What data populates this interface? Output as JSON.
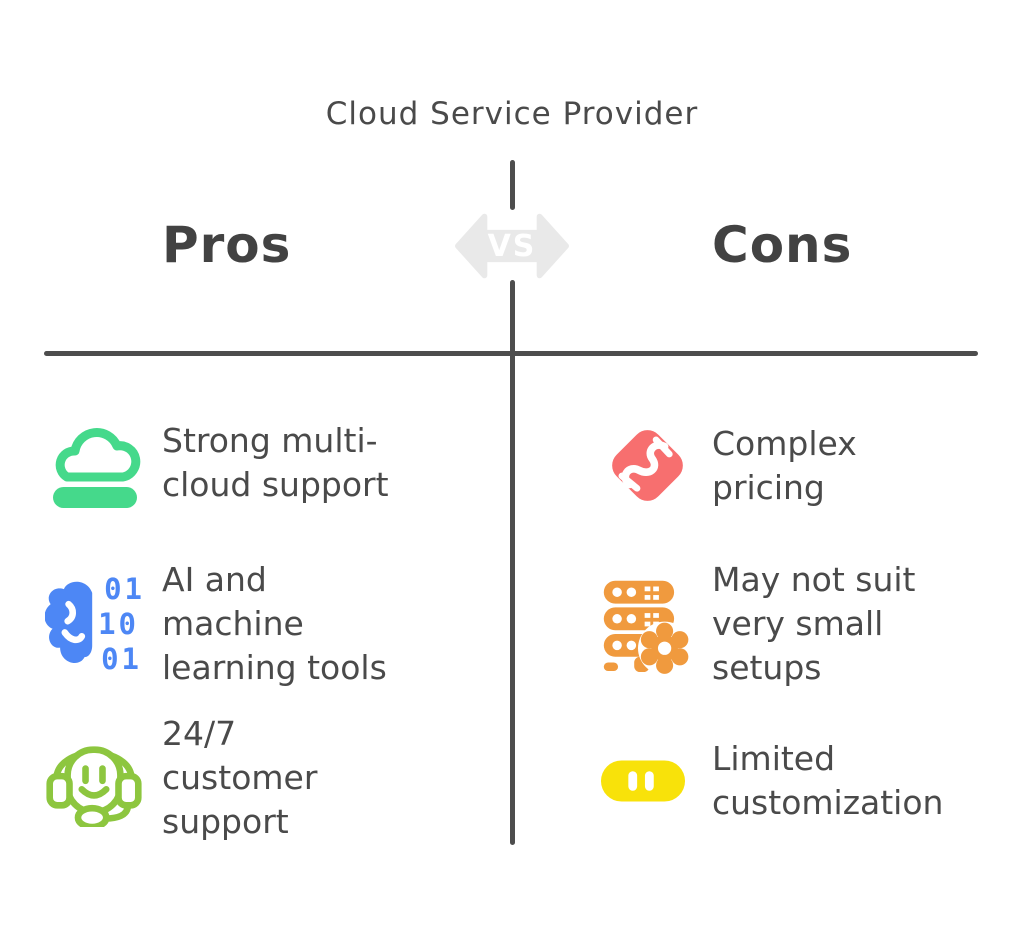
{
  "title": "Cloud Service Provider",
  "vs_badge": {
    "label": "VS"
  },
  "pros": {
    "heading": "Pros",
    "items": [
      {
        "icon": "cloud-icon",
        "lines": [
          "Strong multi-",
          "cloud support"
        ]
      },
      {
        "icon": "ai-brain-binary-icon",
        "lines": [
          "AI and",
          "machine",
          "learning tools"
        ],
        "binary_rows": [
          "01",
          "10",
          "01"
        ]
      },
      {
        "icon": "headset-support-icon",
        "lines": [
          "24/7",
          "customer",
          "support"
        ]
      }
    ]
  },
  "cons": {
    "heading": "Cons",
    "items": [
      {
        "icon": "price-tag-icon",
        "lines": [
          "Complex",
          "pricing"
        ]
      },
      {
        "icon": "server-gear-icon",
        "lines": [
          "May not suit",
          "very small",
          "setups"
        ]
      },
      {
        "icon": "toggle-pill-icon",
        "lines": [
          "Limited",
          "customization"
        ]
      }
    ]
  },
  "colors": {
    "pros_cloud": "#45d98b",
    "pros_ai": "#4d87f5",
    "pros_headset": "#8dc63f",
    "cons_tag": "#f76f6f",
    "cons_server": "#f09a3e",
    "cons_pill": "#f8e20a",
    "text": "#4a4a4a",
    "divider": "#4d4d4d",
    "vs_badge_bg": "#e9e9e9",
    "vs_badge_text": "#ffffff"
  }
}
